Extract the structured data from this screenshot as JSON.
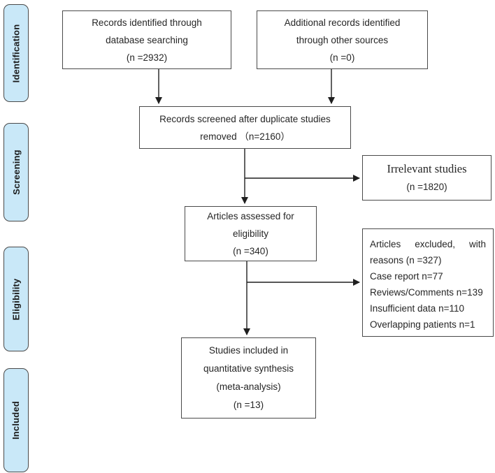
{
  "colors": {
    "sidebar_fill": "#C9E8F8",
    "box_border": "#4A4A4A",
    "line_color": "#1F1F1F",
    "text_color": "#262626",
    "background": "#FFFFFF"
  },
  "sidebar": {
    "stages": [
      {
        "label": "Identification"
      },
      {
        "label": "Screening"
      },
      {
        "label": "Eligibility"
      },
      {
        "label": "Included"
      }
    ]
  },
  "flowchart": {
    "records_identified": {
      "lines": [
        "Records identified through",
        "database searching",
        "(n =2932)"
      ]
    },
    "additional_records": {
      "lines": [
        "Additional records identified",
        "through other sources",
        "(n =0)"
      ]
    },
    "records_screened": {
      "lines": [
        "Records screened after duplicate studies",
        "removed （n=2160）"
      ]
    },
    "irrelevant_studies": {
      "lines": [
        "Irrelevant studies",
        "(n =1820)"
      ]
    },
    "articles_assessed": {
      "lines": [
        "Articles assessed for",
        "eligibility",
        "(n =340)"
      ]
    },
    "articles_excluded": {
      "lines": [
        "Articles excluded, with",
        "reasons (n =327)",
        "Case report n=77",
        "Reviews/Comments n=139",
        "Insufficient data n=110",
        "Overlapping patients n=1"
      ]
    },
    "studies_included": {
      "lines": [
        "Studies included in",
        "quantitative synthesis",
        "(meta-analysis)",
        "(n =13)"
      ]
    }
  }
}
